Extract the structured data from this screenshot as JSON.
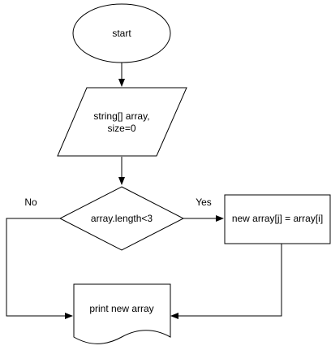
{
  "flowchart": {
    "nodes": [
      {
        "id": "start",
        "shape": "ellipse",
        "lines": [
          "start"
        ]
      },
      {
        "id": "input",
        "shape": "parallelogram",
        "lines": [
          "string[] array,",
          "size=0"
        ]
      },
      {
        "id": "decision",
        "shape": "diamond",
        "lines": [
          "array.length<3"
        ]
      },
      {
        "id": "assign",
        "shape": "rectangle",
        "lines": [
          "new array[j] = array[i]"
        ]
      },
      {
        "id": "output",
        "shape": "document",
        "lines": [
          "print new array"
        ]
      }
    ],
    "edges": [
      {
        "from": "start",
        "to": "input",
        "label": ""
      },
      {
        "from": "input",
        "to": "decision",
        "label": ""
      },
      {
        "from": "decision",
        "to": "assign",
        "label": "Yes"
      },
      {
        "from": "decision",
        "to": "output",
        "label": "No"
      },
      {
        "from": "assign",
        "to": "output",
        "label": ""
      }
    ]
  }
}
